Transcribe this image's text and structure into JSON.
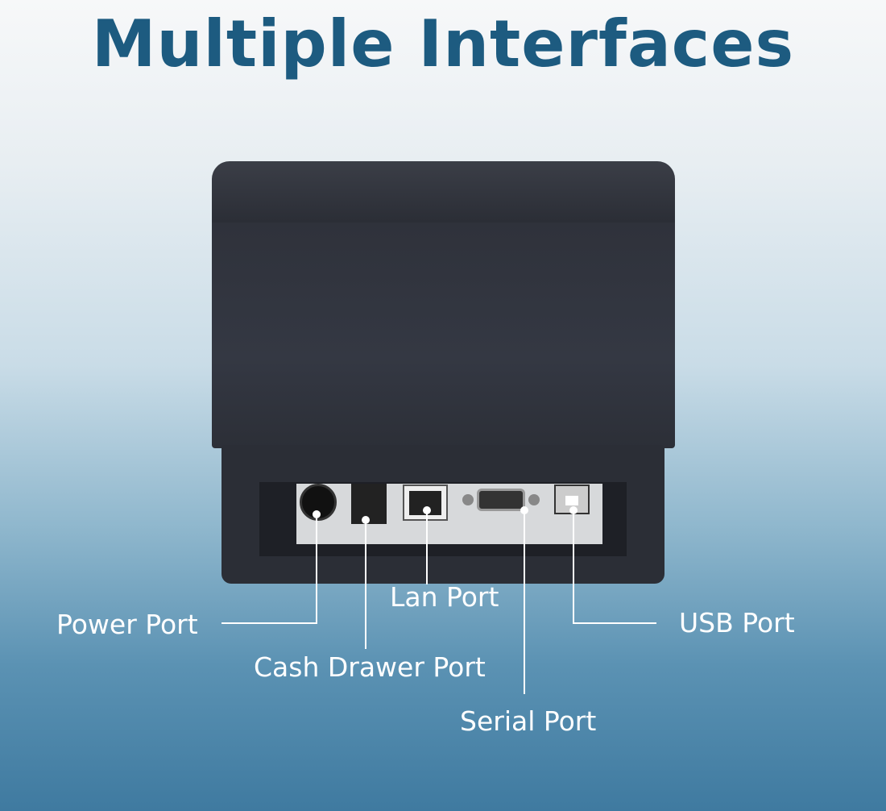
{
  "title": "Multiple Interfaces",
  "labels": {
    "power": "Power Port",
    "cash_drawer": "Cash Drawer Port",
    "lan": "Lan Port",
    "serial": "Serial Port",
    "usb": "USB Port"
  },
  "colors": {
    "title": "#1d5b80",
    "printer": "#2f323b",
    "callout": "#ffffff"
  }
}
